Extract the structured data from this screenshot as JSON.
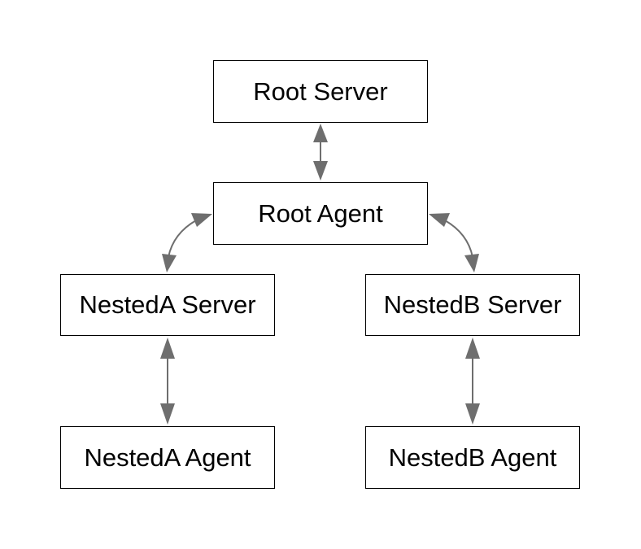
{
  "colors": {
    "connector": "#6e6e6e",
    "border": "#000000",
    "text": "#000000",
    "background": "#ffffff"
  },
  "nodes": {
    "root_server": "Root Server",
    "root_agent": "Root Agent",
    "nested_a_server": "NestedA Server",
    "nested_b_server": "NestedB Server",
    "nested_a_agent": "NestedA Agent",
    "nested_b_agent": "NestedB Agent"
  },
  "connections": [
    {
      "from": "Root Server",
      "to": "Root Agent",
      "direction": "bidirectional"
    },
    {
      "from": "Root Agent",
      "to": "NestedA Server",
      "direction": "bidirectional"
    },
    {
      "from": "Root Agent",
      "to": "NestedB Server",
      "direction": "bidirectional"
    },
    {
      "from": "NestedA Server",
      "to": "NestedA Agent",
      "direction": "bidirectional"
    },
    {
      "from": "NestedB Server",
      "to": "NestedB Agent",
      "direction": "bidirectional"
    }
  ]
}
